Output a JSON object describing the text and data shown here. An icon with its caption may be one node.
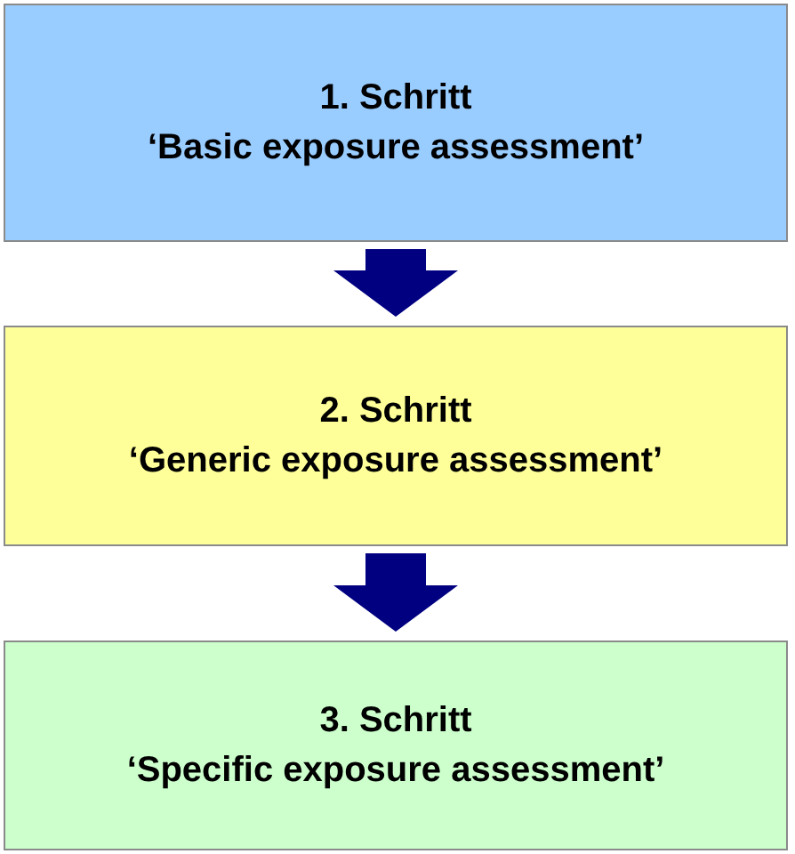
{
  "diagram": {
    "nodes": [
      {
        "text": [
          "1. Schritt",
          "‘Basic exposure assessment’"
        ]
      },
      {
        "text": [
          "2. Schritt",
          "‘Generic exposure assessment’"
        ]
      },
      {
        "text": [
          "3. Schritt",
          "‘Specific exposure assessment’"
        ]
      }
    ],
    "edges": [
      {
        "from": 0,
        "to": 1,
        "arrow": "to"
      },
      {
        "from": 1,
        "to": 2,
        "arrow": "to"
      }
    ]
  }
}
